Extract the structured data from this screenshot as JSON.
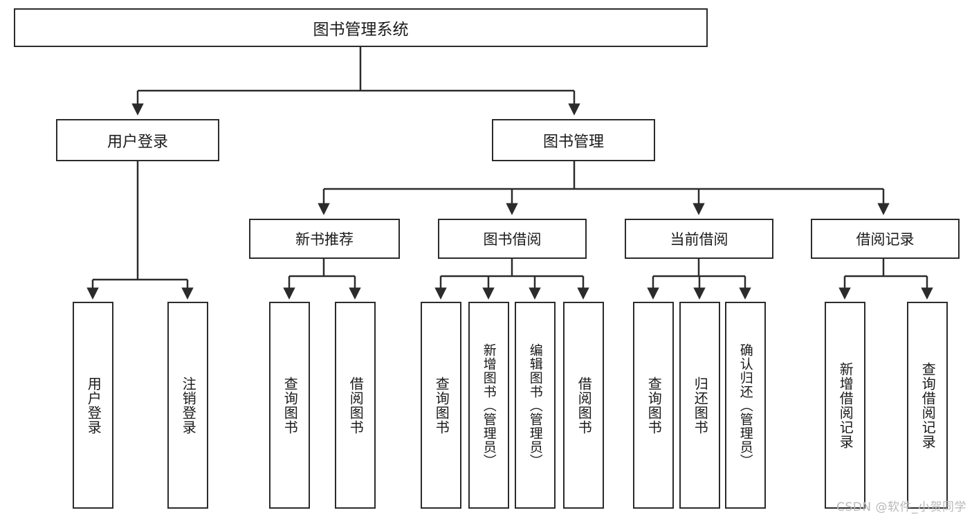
{
  "diagram": {
    "title": "图书管理系统",
    "type": "tree-hierarchy",
    "stroke_color": "#2b2b2b",
    "fill_color": "#ffffff",
    "text_color": "#1a1a1a",
    "watermark": "CSDN @软件_小贺同学"
  },
  "nodes": {
    "root": {
      "label": "图书管理系统"
    },
    "level2": [
      {
        "label": "用户登录"
      },
      {
        "label": "图书管理"
      }
    ],
    "level3": [
      {
        "label": "新书推荐"
      },
      {
        "label": "图书借阅"
      },
      {
        "label": "当前借阅"
      },
      {
        "label": "借阅记录"
      }
    ],
    "leaves": {
      "user_login": [
        {
          "label": "用户登录"
        },
        {
          "label": "注销登录"
        }
      ],
      "new_book_recommend": [
        {
          "label": "查询图书"
        },
        {
          "label": "借阅图书"
        }
      ],
      "book_borrow": [
        {
          "label": "查询图书"
        },
        {
          "label": "新增图书（管理员）"
        },
        {
          "label": "编辑图书（管理员）"
        },
        {
          "label": "借阅图书"
        }
      ],
      "current_borrow": [
        {
          "label": "查询图书"
        },
        {
          "label": "归还图书"
        },
        {
          "label": "确认归还（管理员）"
        }
      ],
      "borrow_record": [
        {
          "label": "新增借阅记录"
        },
        {
          "label": "查询借阅记录"
        }
      ]
    }
  }
}
